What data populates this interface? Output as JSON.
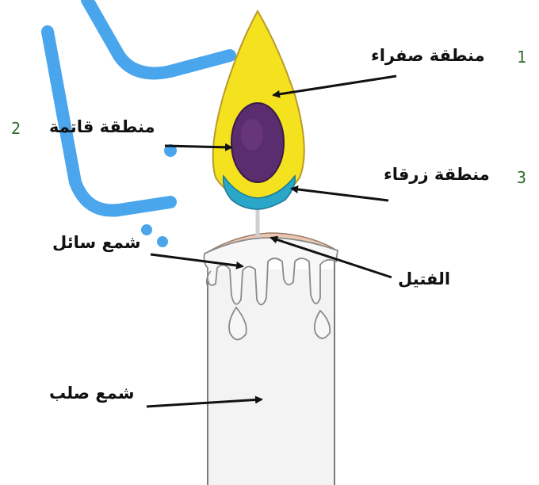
{
  "labels": {
    "yellow_zone": "منطقة صفراء",
    "dark_zone": "منطقة قاتمة",
    "blue_zone": "منطقة زرقاء",
    "liquid_wax": "شمع سائل",
    "wick": "الفتيل",
    "solid_wax": "شمع صلب"
  },
  "numbers": {
    "yellow_zone": "1",
    "dark_zone": "2",
    "blue_zone": "3"
  },
  "colors": {
    "flame_yellow": "#f4e21e",
    "flame_outline": "#b89a2a",
    "dark_core": "#5a2d6e",
    "blue_base": "#2aa6c8",
    "candle_body": "#f3f3f3",
    "candle_outline": "#7a7a7a",
    "wax_top": "#ecc7b2",
    "arrow": "#111111",
    "watermark": "#1e90e8",
    "number": "#2e6b2e"
  }
}
